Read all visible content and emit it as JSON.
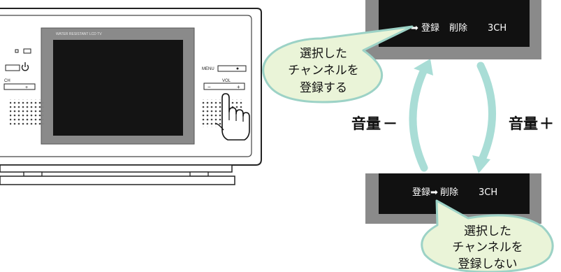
{
  "tv": {
    "brand_text": "WATER RESISTANT LCD TV",
    "menu_label": "MENU",
    "vol_label": "VOL",
    "ch_label": "CH",
    "minus_sign": "−",
    "plus_sign": "+"
  },
  "screens": {
    "top": {
      "arrow": "➡",
      "item_register": "登録",
      "item_delete": "削除",
      "channel": "3CH",
      "selected": "register"
    },
    "bottom": {
      "arrow": "➡",
      "item_register": "登録",
      "item_delete": "削除",
      "channel": "3CH",
      "selected": "delete"
    }
  },
  "bubbles": {
    "register": [
      "選択した",
      "チャンネルを",
      "登録する"
    ],
    "no_register": [
      "選択した",
      "チャンネルを",
      "登録しない"
    ]
  },
  "volume": {
    "down_label": "音量",
    "down_sign": "－",
    "up_label": "音量",
    "up_sign": "＋"
  },
  "colors": {
    "screen_bezel": "#8a8a8a",
    "screen_black": "#111111",
    "arrow_teal": "#a9ddd6",
    "bubble_fill": "#eaf4d8",
    "bubble_stroke": "#9cd2c6"
  }
}
